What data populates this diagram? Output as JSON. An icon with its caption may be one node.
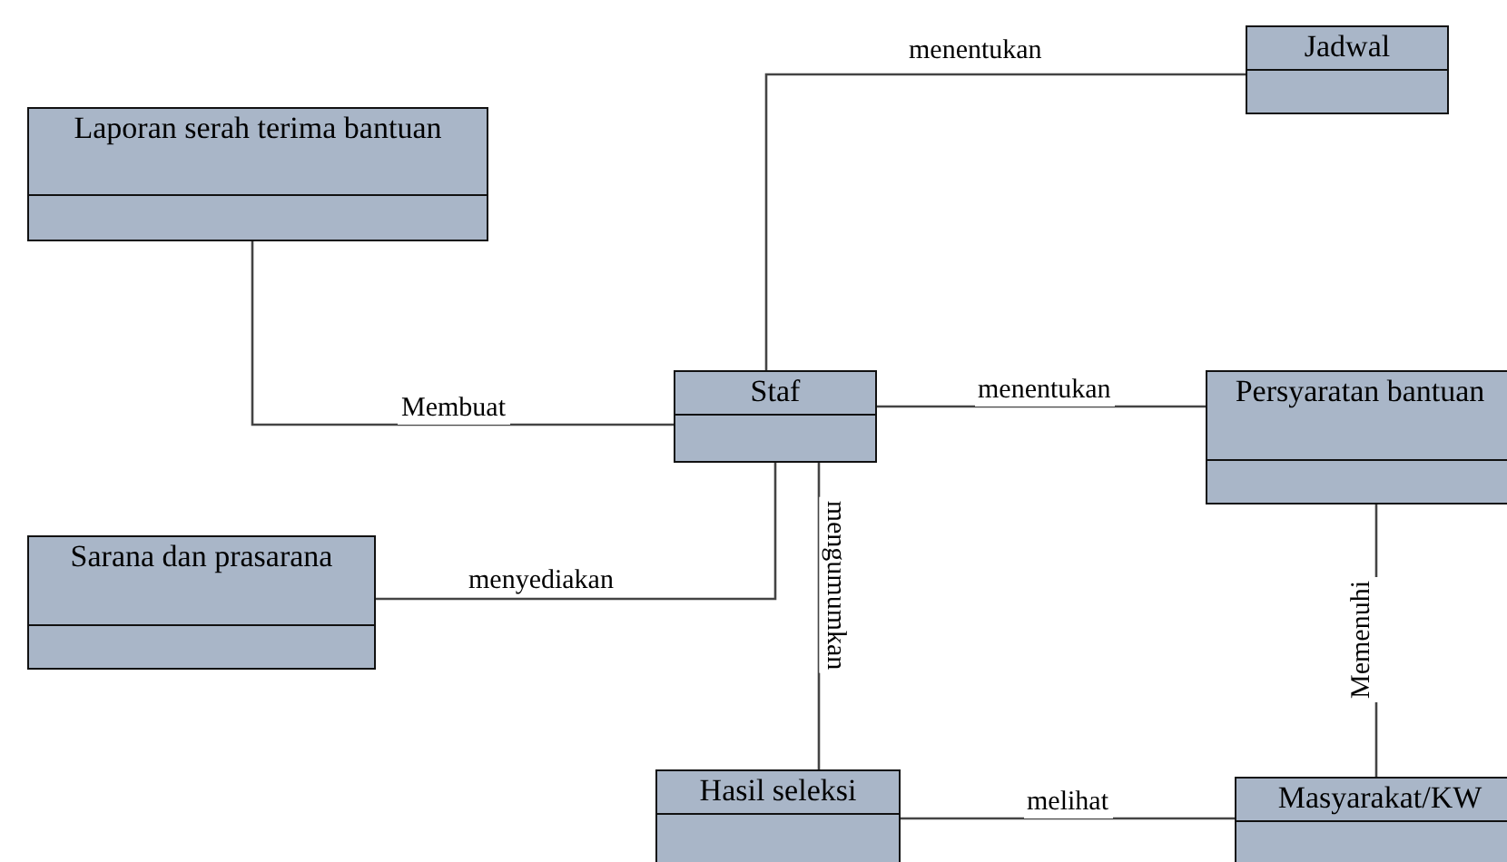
{
  "diagram": {
    "nodes": [
      {
        "text": [
          "Jadwal"
        ]
      },
      {
        "text": [
          "Laporan serah terima bantuan"
        ]
      },
      {
        "text": [
          "Staf"
        ]
      },
      {
        "text": [
          "Persyaratan bantuan"
        ]
      },
      {
        "text": [
          "Sarana dan prasarana"
        ]
      },
      {
        "text": [
          "Hasil seleksi"
        ]
      },
      {
        "text": [
          "Masyarakat/KW"
        ]
      }
    ],
    "edges": [
      {
        "from": 2,
        "to": 0,
        "arrow": "none",
        "label": "menentukan"
      },
      {
        "from": 1,
        "to": 2,
        "arrow": "none",
        "label": "Membuat"
      },
      {
        "from": 2,
        "to": 3,
        "arrow": "none",
        "label": "menentukan"
      },
      {
        "from": 4,
        "to": 2,
        "arrow": "none",
        "label": "menyediakan"
      },
      {
        "from": 2,
        "to": 5,
        "arrow": "none",
        "label": "mengumumkan"
      },
      {
        "from": 3,
        "to": 6,
        "arrow": "none",
        "label": "Memenuhi"
      },
      {
        "from": 5,
        "to": 6,
        "arrow": "none",
        "label": "melihat"
      }
    ]
  }
}
